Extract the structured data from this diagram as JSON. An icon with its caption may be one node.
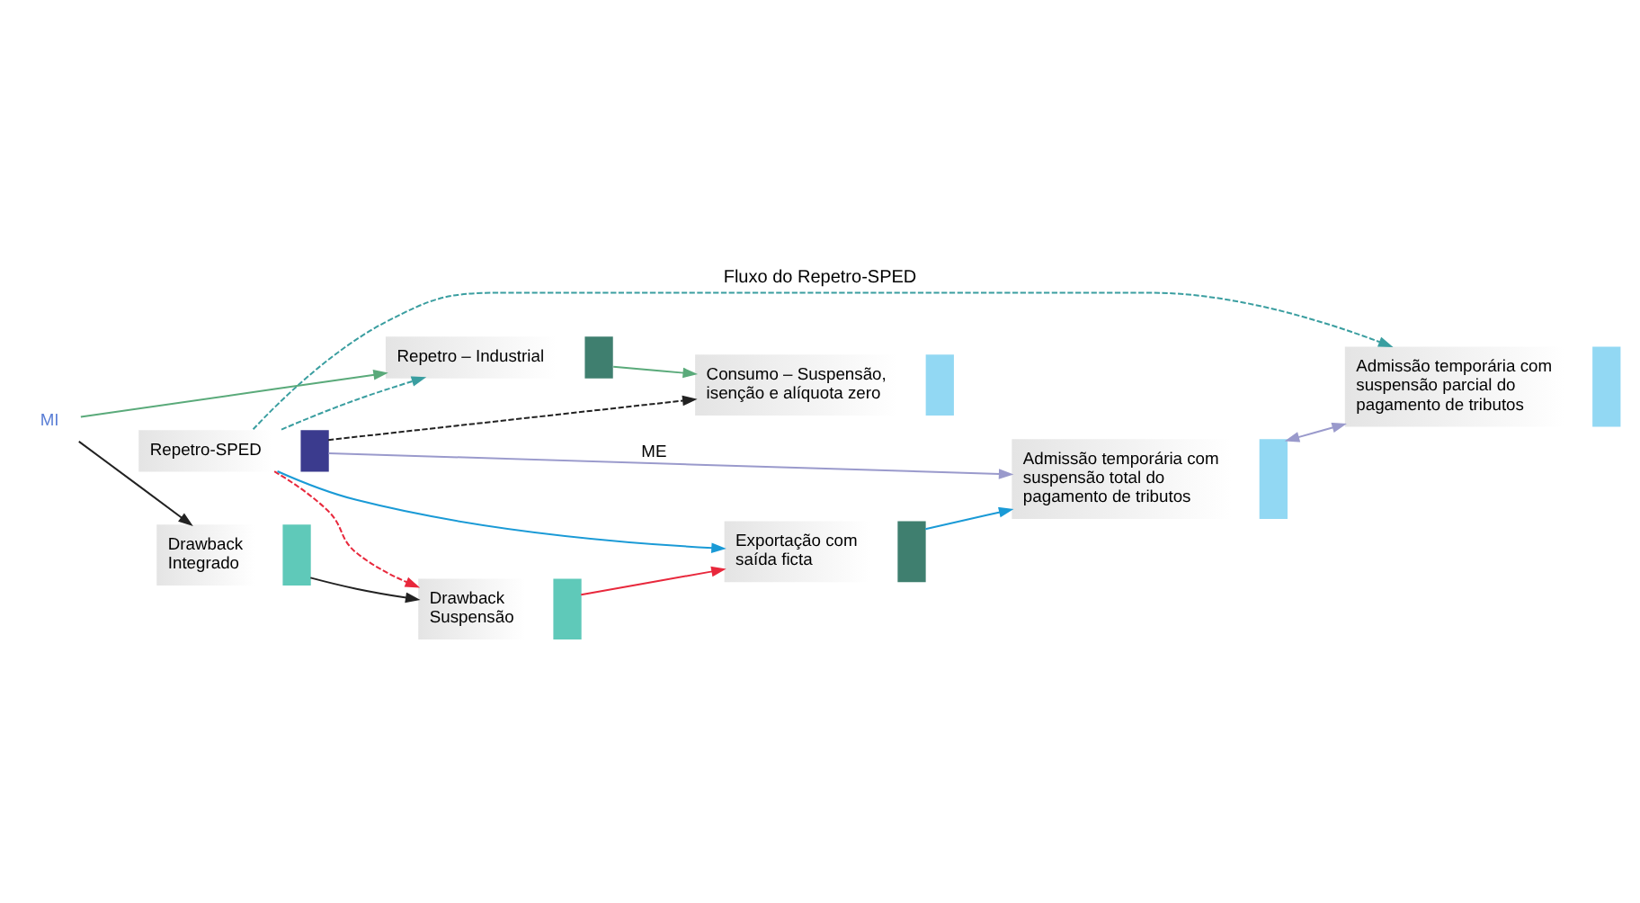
{
  "diagram": {
    "title": "Fluxo do Repetro-SPED",
    "nodes": [
      {
        "text": [
          "Repetro-SPED"
        ]
      },
      {
        "text": [
          "MI"
        ]
      },
      {
        "text": [
          "Drawback Suspensão"
        ]
      },
      {
        "text": [
          "Exportação com saída ficta"
        ]
      },
      {
        "text": [
          "Admissão temporária com suspensão total do pagamento de tributos"
        ]
      },
      {
        "text": [
          "Drawback Integrado"
        ]
      },
      {
        "text": [
          "Consumo – Suspensão, isenção e alíquota zero"
        ]
      },
      {
        "text": [
          "Admissão temporária com suspensão parcial do pagamento de tributos"
        ]
      },
      {
        "text": [
          "Repetro – Industrial"
        ]
      }
    ],
    "edges": [
      {
        "from": 0,
        "to": 2,
        "arrow": "to",
        "style": "dashed",
        "color": "#e8283c"
      },
      {
        "from": 0,
        "to": 3,
        "arrow": "to",
        "color": "#1a9ad6"
      },
      {
        "from": 0,
        "to": 4,
        "arrow": "to",
        "label": "ME",
        "color": "#9a9acc"
      },
      {
        "from": 0,
        "to": 6,
        "arrow": "to",
        "style": "dashed",
        "color": "#222222"
      },
      {
        "from": 0,
        "to": 7,
        "arrow": "to",
        "style": "dashed",
        "color": "#3a9ea0"
      },
      {
        "from": 0,
        "to": 8,
        "arrow": "to",
        "style": "dashed",
        "color": "#3a9ea0"
      },
      {
        "from": 1,
        "to": 5,
        "arrow": "to",
        "color": "#222222"
      },
      {
        "from": 1,
        "to": 8,
        "arrow": "to",
        "color": "#5aaa7a"
      },
      {
        "from": 5,
        "to": 2,
        "arrow": "to",
        "color": "#222222"
      },
      {
        "from": 2,
        "to": 3,
        "arrow": "to",
        "color": "#e8283c"
      },
      {
        "from": 3,
        "to": 4,
        "arrow": "to",
        "color": "#1a9ad6"
      },
      {
        "from": 4,
        "to": 7,
        "arrow": "both",
        "color": "#9a9acc"
      },
      {
        "from": 8,
        "to": 6,
        "arrow": "to",
        "color": "#5aaa7a"
      }
    ]
  }
}
